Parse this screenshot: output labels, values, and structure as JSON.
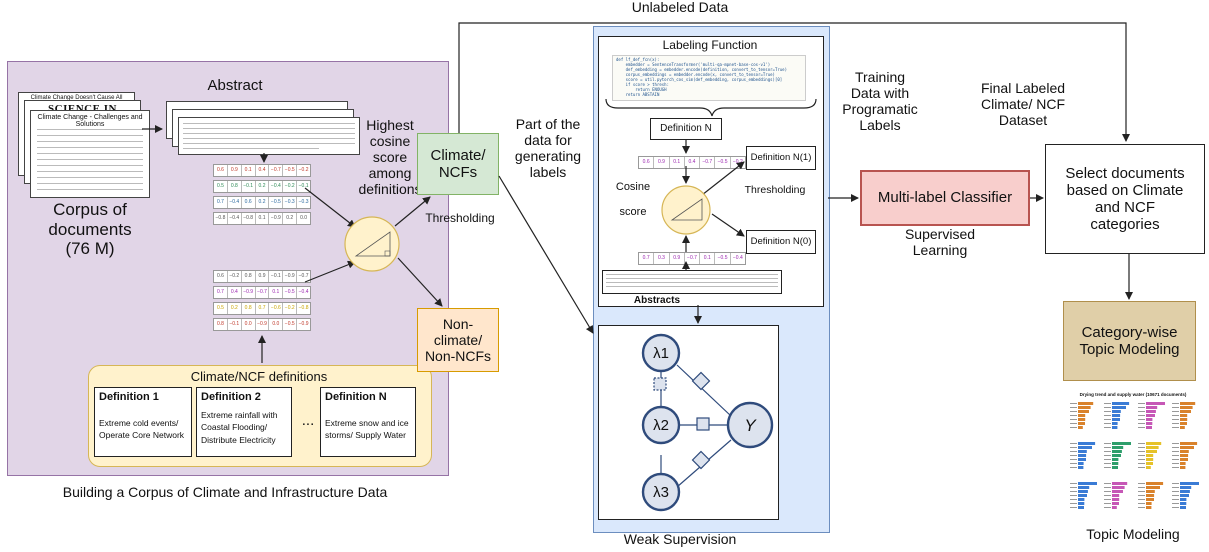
{
  "left_panel": {
    "caption": "Building a Corpus of Climate and Infrastructure Data",
    "abstract_label": "Abstract",
    "corpus_label": [
      "Corpus of",
      "documents",
      "(76 M)"
    ],
    "newspaper_titles": [
      "Climate Change Doesn't Cause All Disasters",
      "SCIENCE IN REVIEW",
      "Climate Change - Challenges and Solutions"
    ],
    "highest_score_label": [
      "Highest",
      "cosine",
      "score",
      "among",
      "definitions"
    ],
    "thresholding_label": "Thresholding",
    "abstract_vectors": [
      [
        "0.6",
        "0.9",
        "0.1",
        "0.4",
        "−0.7",
        "−0.5",
        "−0.2"
      ],
      [
        "0.5",
        "0.8",
        "−0.1",
        "0.2",
        "−0.4",
        "−0.2",
        "−0.1"
      ],
      [
        "0.7",
        "−0.4",
        "0.6",
        "0.2",
        "−0.5",
        "−0.3",
        "−0.3"
      ],
      [
        "−0.8",
        "−0.4",
        "−0.8",
        "0.1",
        "−0.9",
        "0.2",
        "0.0"
      ]
    ],
    "definition_vectors": [
      [
        "0.6",
        "−0.2",
        "0.8",
        "0.9",
        "−0.1",
        "−0.9",
        "−0.7"
      ],
      [
        "0.7",
        "0.4",
        "−0.9",
        "−0.7",
        "0.1",
        "−0.5",
        "−0.4"
      ],
      [
        "0.5",
        "0.2",
        "0.8",
        "0.7",
        "−0.6",
        "−0.2",
        "−0.8"
      ],
      [
        "0.8",
        "−0.1",
        "0.0",
        "−0.9",
        "0.0",
        "−0.5",
        "−0.9"
      ]
    ],
    "definitions_title": "Climate/NCF definitions",
    "definitions": [
      {
        "title": "Definition 1",
        "text": [
          "Extreme cold events/",
          "Operate Core Network"
        ]
      },
      {
        "title": "Definition 2",
        "text": [
          "Extreme rainfall with",
          "Coastal Flooding/",
          "Distribute Electricity"
        ]
      },
      {
        "title": "Definition N",
        "text": [
          "Extreme snow and ice",
          "storms/ Supply Water"
        ]
      }
    ],
    "ellipsis": "..."
  },
  "outcomes": {
    "climate": [
      "Climate/",
      "NCFs"
    ],
    "non_climate": [
      "Non-",
      "climate/",
      "Non-NCFs"
    ]
  },
  "unlabeled_data_label": "Unlabeled Data",
  "part_of_data_label": [
    "Part of the",
    "data for",
    "generating",
    "labels"
  ],
  "weak_supervision": {
    "caption": "Weak Supervision",
    "labeling_function_title": "Labeling Function",
    "code_lines": [
      "def lf_def_fcn(x):",
      "    embedder = SentenceTransformer('multi-qa-mpnet-base-cos-v1')",
      "    def_embedding = embedder.encode(definition, convert_to_tensor=True)",
      "    corpus_embeddings = embedder.encode(x, convert_to_tensor=True)",
      "    score = util.pytorch_cos_sim(def_embedding, corpus_embeddings)[0]",
      "    if score > thresh:",
      "        return ENOUGH",
      "    return ABSTAIN"
    ],
    "definition_n": "Definition N",
    "definition_n1": "Definition N(1)",
    "definition_n0": "Definition N(0)",
    "cosine_score_label": [
      "Cosine",
      "score"
    ],
    "thresholding_label": "Thresholding",
    "abstracts_label": "Abstracts",
    "vector_top": [
      "0.6",
      "0.9",
      "0.1",
      "0.4",
      "−0.7",
      "−0.5",
      "−0.2"
    ],
    "vector_bottom": [
      "0.7",
      "0.3",
      "0.9",
      "−0.7",
      "0.1",
      "−0.5",
      "−0.4"
    ],
    "graph_nodes": [
      "λ1",
      "λ2",
      "λ3",
      "Y"
    ]
  },
  "training_data_label": [
    "Training",
    "Data with",
    "Programatic",
    "Labels"
  ],
  "classifier": {
    "label": "Multi-label Classifier",
    "caption": [
      "Supervised",
      "Learning"
    ]
  },
  "final_dataset_label": [
    "Final Labeled",
    "Climate/ NCF",
    "Dataset"
  ],
  "select_docs_label": [
    "Select documents",
    "based on Climate",
    "and NCF",
    "categories"
  ],
  "topic_modeling": {
    "box_label": [
      "Category-wise",
      "Topic Modeling"
    ],
    "caption": "Topic Modeling",
    "thumbnail_title": "Drying trend and supply water (10671 documents)"
  },
  "colors": {
    "left_panel_bg": "#e1d5e7",
    "left_panel_border": "#9673a6",
    "weak_sup_bg": "#dae8fc",
    "weak_sup_border": "#6c8ebf",
    "climate_box": "#d5e8d4",
    "non_climate_box": "#ffe6cc",
    "definitions_bg": "#fff2cc",
    "classifier_bg": "#f8cecc",
    "classifier_border": "#b85450",
    "topic_box_bg": "#e0cfa8",
    "node_fill": "#dde3ee",
    "node_stroke": "#2f4b7c",
    "circle_fill": "#fff2cc",
    "vector_palette": [
      "#c0392b",
      "#2e8b57",
      "#2c6aa0",
      "#555555",
      "#9c27b0",
      "#c9a400"
    ]
  }
}
